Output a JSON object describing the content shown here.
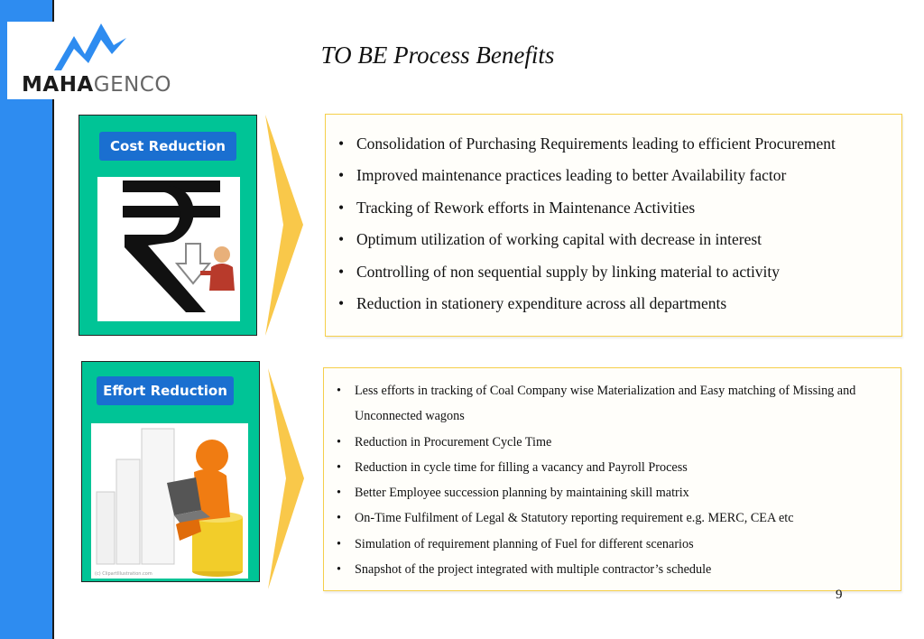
{
  "slide": {
    "title": "TO BE Process Benefits",
    "page_number": "9"
  },
  "logo": {
    "text_bold": "MAHA",
    "text_light": "GENCO"
  },
  "colors": {
    "left_bar": "#2e8cf0",
    "panel_green": "#00c496",
    "label_blue": "#1a6fd0",
    "accent_yellow": "#f9c84a"
  },
  "sections": [
    {
      "label": "Cost Reduction",
      "icon": "rupee-down-icon",
      "bullets": [
        "Consolidation of Purchasing Requirements leading to efficient Procurement",
        "Improved maintenance practices leading to better Availability factor",
        "Tracking of Rework efforts in Maintenance Activities",
        "Optimum utilization of working capital with decrease in interest",
        "Controlling of non sequential supply by linking material to activity",
        "Reduction in stationery expenditure across all departments"
      ]
    },
    {
      "label": "Effort Reduction",
      "icon": "person-laptop-coins-icon",
      "image_credit": "(c) ClipartIllustration.com",
      "bullets": [
        "Less efforts in tracking of Coal Company wise Materialization and Easy matching of Missing and Unconnected wagons",
        "Reduction in Procurement Cycle Time",
        "Reduction in cycle time for filling a vacancy  and Payroll Process",
        "Better Employee succession planning by maintaining skill  matrix",
        "On-Time Fulfilment of Legal & Statutory reporting requirement e.g. MERC, CEA etc",
        "Simulation of requirement planning of Fuel for different  scenarios",
        "Snapshot of the project integrated with multiple contractor’s  schedule"
      ]
    }
  ]
}
